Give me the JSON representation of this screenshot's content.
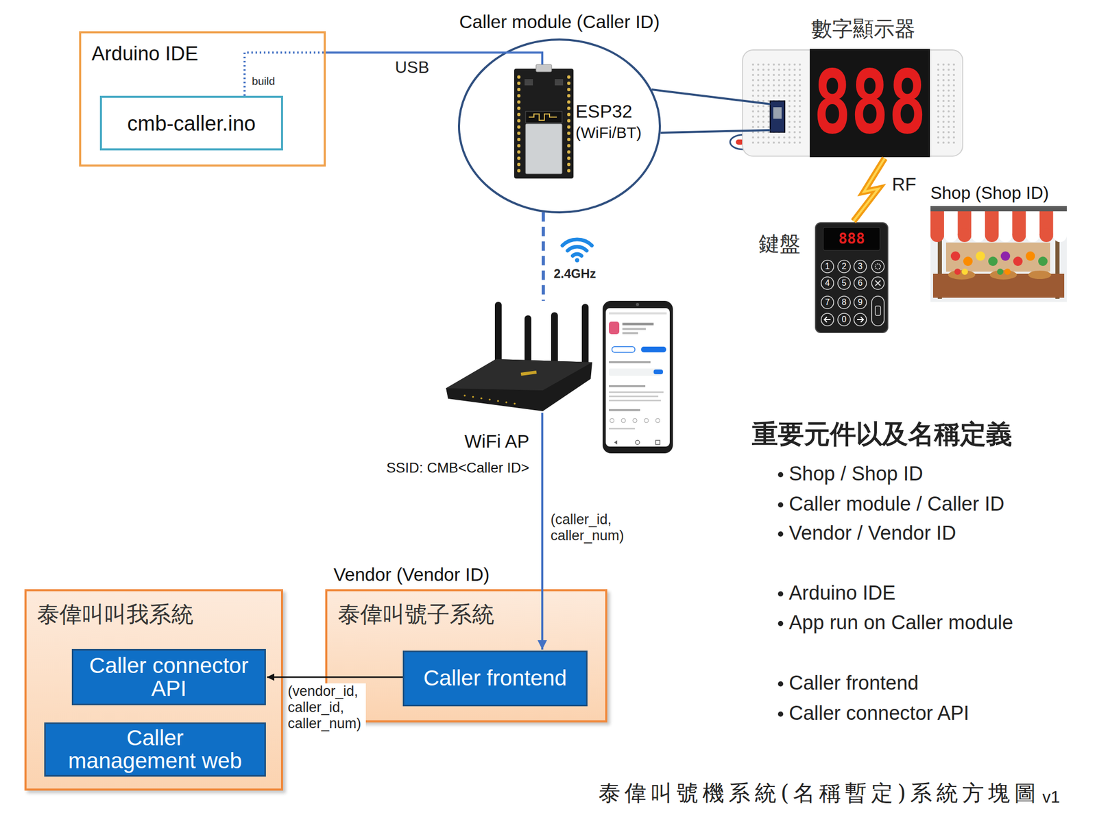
{
  "diagram": {
    "nodes": [
      {
        "text": [
          "Arduino IDE"
        ]
      },
      {
        "text": [
          "cmb-caller.ino"
        ],
        "in": 0
      },
      {
        "text": [
          "Caller module (Caller ID)",
          "ESP32 (WiFi/BT)"
        ]
      },
      {
        "text": [
          "數字顯示器",
          "888"
        ]
      },
      {
        "text": [
          "鍵盤",
          "888"
        ]
      },
      {
        "text": [
          "Shop (Shop ID)"
        ]
      },
      {
        "text": [
          "WiFi AP",
          "SSID: CMB<Caller ID>"
        ]
      },
      {
        "text": [
          "泰偉叫叫我系統"
        ]
      },
      {
        "text": [
          "Caller connector API"
        ],
        "in": 7
      },
      {
        "text": [
          "Caller management web"
        ],
        "in": 7
      },
      {
        "text": [
          "Vendor (Vendor ID)",
          "泰偉叫號子系統"
        ]
      },
      {
        "text": [
          "Caller frontend"
        ],
        "in": 10
      }
    ],
    "edges": [
      {
        "from": 1,
        "to": 2,
        "label": "USB",
        "arrow": "none"
      },
      {
        "from": 2,
        "to": 3,
        "arrow": "none"
      },
      {
        "from": 3,
        "to": 4,
        "label": "RF",
        "arrow": "none"
      },
      {
        "from": 2,
        "to": 6,
        "label": "2.4GHz",
        "arrow": "none"
      },
      {
        "from": 6,
        "to": 11,
        "label": "(caller_id, caller_num)",
        "arrow": "to"
      },
      {
        "from": 11,
        "to": 8,
        "label": "(vendor_id, caller_id, caller_num)",
        "arrow": "to"
      }
    ],
    "labels": [
      "build",
      "1",
      "2",
      "3",
      "4",
      "5",
      "6",
      "7",
      "8",
      "9",
      "0",
      "重要元件以及名稱定義",
      "Shop / Shop ID",
      "Caller module / Caller ID",
      "Vendor / Vendor ID",
      "Arduino IDE",
      "App run on Caller module",
      "Caller frontend",
      "Caller connector API",
      "v1"
    ],
    "caption": "泰偉叫號機系統(名稱暫定)系統方塊圖"
  }
}
